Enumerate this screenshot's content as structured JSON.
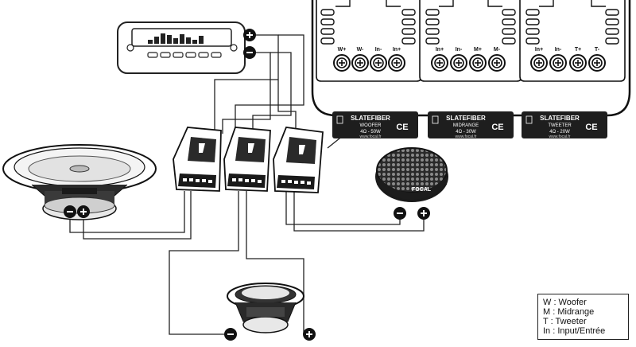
{
  "plates": [
    {
      "brand": "SLATEFIBER",
      "type": "WOOFER",
      "spec": "4Ω - 50W",
      "web": "www.focal.fr"
    },
    {
      "brand": "SLATEFIBER",
      "type": "MIDRANGE",
      "spec": "4Ω - 30W",
      "web": "www.focal.fr"
    },
    {
      "brand": "SLATEFIBER",
      "type": "TWEETER",
      "spec": "4Ω - 20W",
      "web": "www.focal.fr"
    }
  ],
  "terminal_labels": [
    "W+",
    "W-",
    "In-",
    "In+",
    "In+",
    "In-",
    "M+",
    "M-",
    "In+",
    "In-",
    "T+",
    "T-"
  ],
  "tweeter_brand": "FOCAL",
  "ce_mark": "CE",
  "legend": [
    "W : Woofer",
    "M : Midrange",
    "T  : Tweeter",
    "In : Input/Entrée"
  ]
}
